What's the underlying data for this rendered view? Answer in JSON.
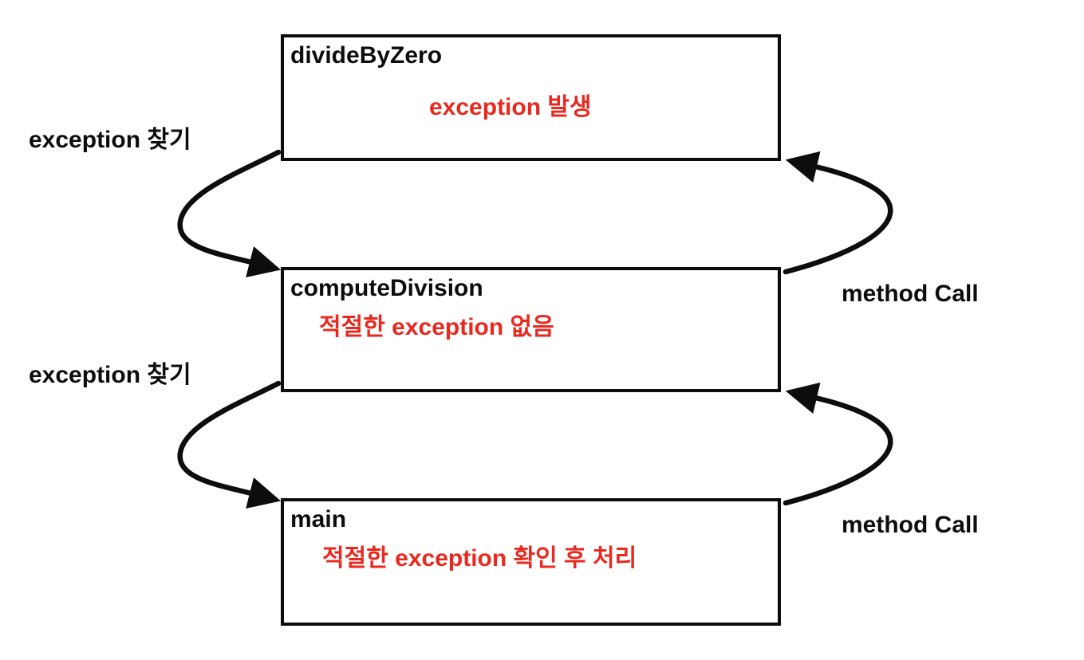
{
  "diagram": {
    "boxes": [
      {
        "title": "divideByZero",
        "note": "exception 발생"
      },
      {
        "title": "computeDivision",
        "note": "적절한 exception 없음"
      },
      {
        "title": "main",
        "note": "적절한 exception 확인 후 처리"
      }
    ],
    "left_labels": [
      {
        "text": "exception 찾기"
      },
      {
        "text": "exception 찾기"
      }
    ],
    "right_labels": [
      {
        "text": "method Call"
      },
      {
        "text": "method Call"
      }
    ],
    "icons": {
      "arrows": [
        "curved-arrow-down-left-top",
        "curved-arrow-up-right-top",
        "curved-arrow-down-left-bottom",
        "curved-arrow-up-right-bottom"
      ]
    },
    "colors": {
      "note_red": "#e8291f",
      "line_black": "#0d0d0d"
    }
  }
}
